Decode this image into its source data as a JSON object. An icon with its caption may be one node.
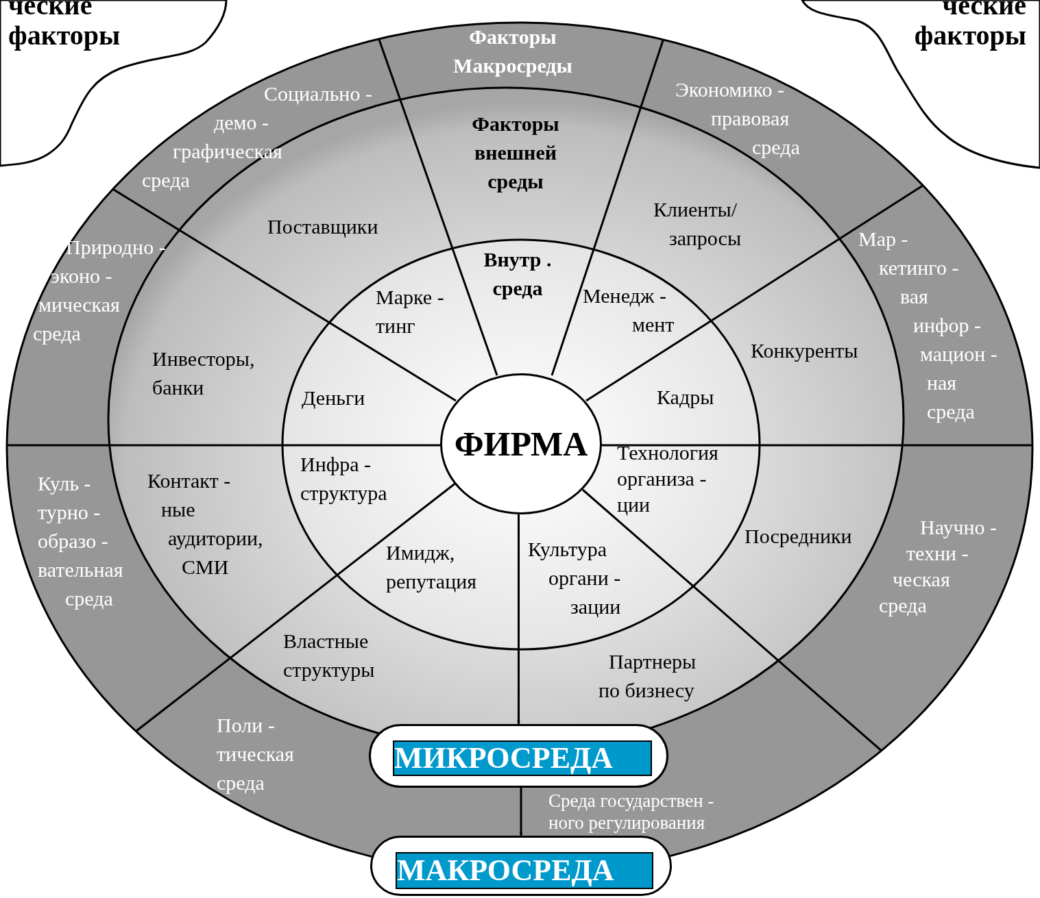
{
  "diagram": {
    "nodes": [
      {
        "text": [
          "ческие факторы"
        ]
      },
      {
        "text": [
          "ческие факторы"
        ]
      },
      {
        "text": [
          "Факторы Макросреды"
        ]
      },
      {
        "text": [
          "Экономико - правовая среда"
        ]
      },
      {
        "text": [
          "Мар - кетинго - вая инфор - мацион - ная среда"
        ]
      },
      {
        "text": [
          "Научно - техни - ческая среда"
        ]
      },
      {
        "text": [
          "Среда государствен - ного регулирования"
        ]
      },
      {
        "text": [
          "Поли - тическая среда"
        ]
      },
      {
        "text": [
          "Куль - турно - образо - вательная среда"
        ]
      },
      {
        "text": [
          "Природно - эконо - мическая среда"
        ]
      },
      {
        "text": [
          "Социально - демо - графическая среда"
        ]
      },
      {
        "text": [
          "Факторы внешней среды"
        ]
      },
      {
        "text": [
          "Клиенты/ запросы"
        ]
      },
      {
        "text": [
          "Конкуренты"
        ]
      },
      {
        "text": [
          "Посредники"
        ]
      },
      {
        "text": [
          "Партнеры по бизнесу"
        ]
      },
      {
        "text": [
          "Властные структуры"
        ]
      },
      {
        "text": [
          "Контакт - ные аудитории, СМИ"
        ]
      },
      {
        "text": [
          "Инвесторы, банки"
        ]
      },
      {
        "text": [
          "Поставщики"
        ]
      },
      {
        "text": [
          "Внутр . среда"
        ]
      },
      {
        "text": [
          "Менедж - мент"
        ]
      },
      {
        "text": [
          "Кадры"
        ]
      },
      {
        "text": [
          "Технология организа - ции"
        ]
      },
      {
        "text": [
          "Культура органи - зации"
        ]
      },
      {
        "text": [
          "Имидж, репутация"
        ]
      },
      {
        "text": [
          "Инфра - структура"
        ]
      },
      {
        "text": [
          "Деньги"
        ]
      },
      {
        "text": [
          "Марке - тинг"
        ]
      },
      {
        "text": [
          "ФИРМА"
        ]
      },
      {
        "text": [
          "МИКРОСРЕДА"
        ]
      },
      {
        "text": [
          "МАКРОСРЕДА"
        ]
      }
    ],
    "edges": [
      {
        "from": 29,
        "to": 30,
        "arrow": "to"
      },
      {
        "from": 30,
        "to": 31,
        "arrow": "to"
      }
    ]
  }
}
